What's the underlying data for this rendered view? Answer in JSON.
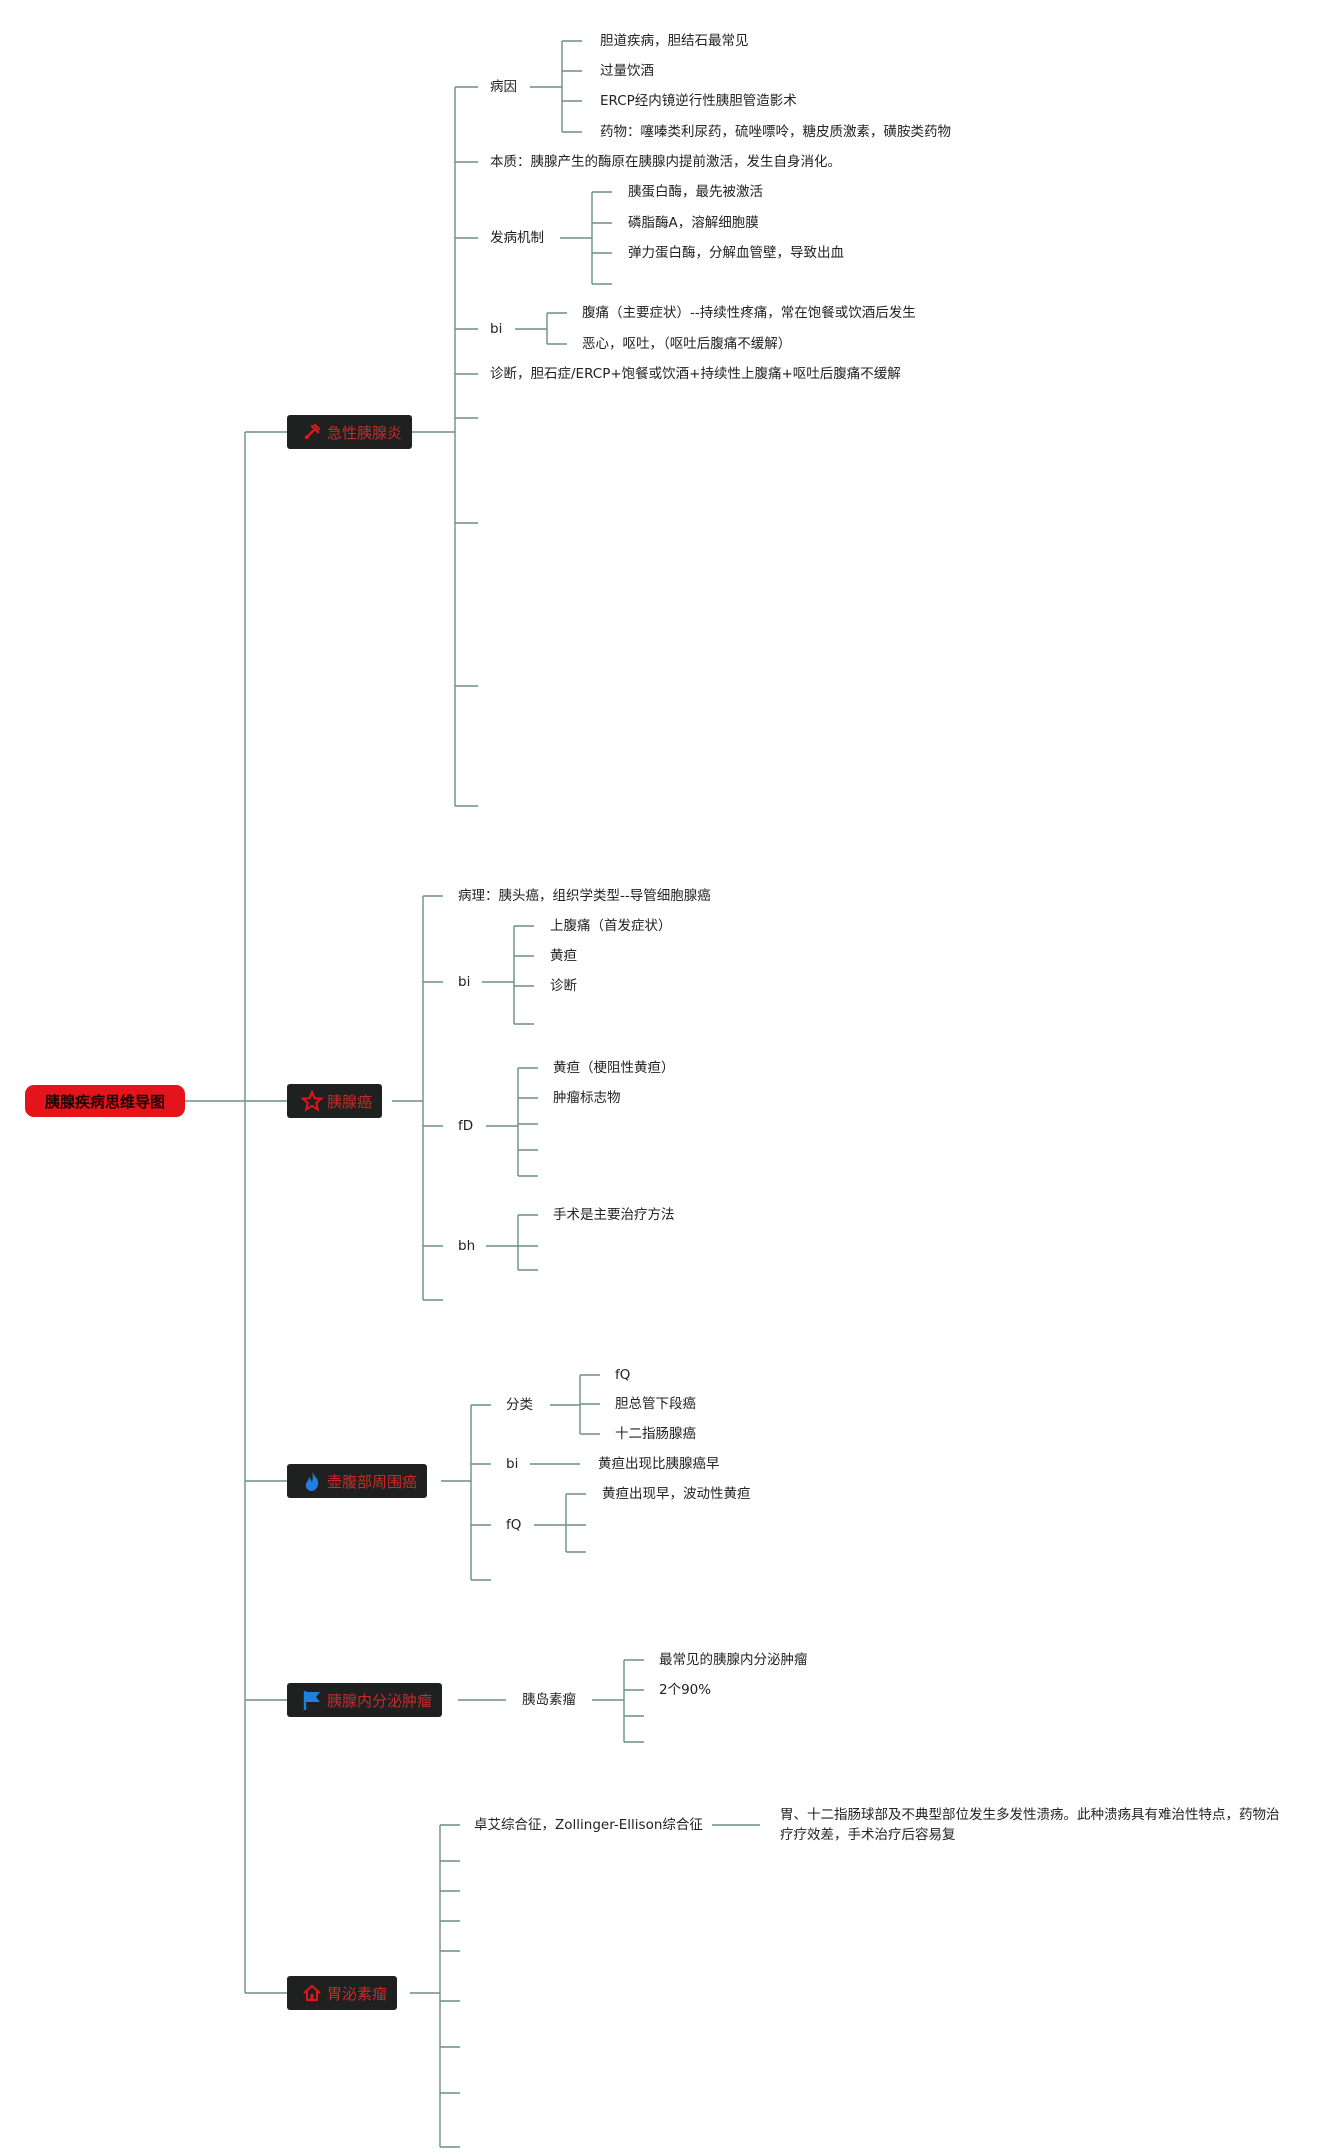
{
  "root": {
    "label": "胰腺疾病思维导图",
    "color": "#e3141b"
  },
  "branches": [
    {
      "label": "急性胰腺炎",
      "icon": "tools-icon",
      "accent": "#e3141b",
      "children": [
        {
          "label": "病因",
          "children": [
            {
              "label": "胆道疾病，胆结石最常见"
            },
            {
              "label": "过量饮酒"
            },
            {
              "label": "ERCP经内镜逆行性胰胆管造影术"
            },
            {
              "label": "药物：噻嗪类利尿药，硫唑嘌呤，糖皮质激素，磺胺类药物"
            }
          ]
        },
        {
          "label": "本质：胰腺产生的酶原在胰腺内提前激活，发生自身消化。"
        },
        {
          "label": "发病机制",
          "children": [
            {
              "label": "胰蛋白酶，最先被激活"
            },
            {
              "label": "磷脂酶A，溶解细胞膜"
            },
            {
              "label": "弹力蛋白酶，分解血管壁，导致出血"
            },
            {
              "label": ""
            }
          ]
        },
        {
          "label": "bi",
          "children": [
            {
              "label": "腹痛（主要症状）--持续性疼痛，常在饱餐或饮酒后发生"
            },
            {
              "label": "恶心，呕吐，（呕吐后腹痛不缓解）"
            }
          ]
        },
        {
          "label": "诊断，胆石症/ERCP+饱餐或饮酒+持续性上腹痛+呕吐后腹痛不缓解"
        },
        {
          "label": ""
        },
        {
          "label": ""
        },
        {
          "label": ""
        },
        {
          "label": ""
        }
      ]
    },
    {
      "label": "胰腺癌",
      "icon": "star-icon",
      "accent": "#e3141b",
      "children": [
        {
          "label": "病理：胰头癌，组织学类型--导管细胞腺癌"
        },
        {
          "label": "bi",
          "children": [
            {
              "label": "上腹痛（首发症状）"
            },
            {
              "label": "黄疸"
            },
            {
              "label": "诊断"
            },
            {
              "label": ""
            }
          ]
        },
        {
          "label": "fD",
          "children": [
            {
              "label": "黄疸（梗阻性黄疸）"
            },
            {
              "label": "肿瘤标志物"
            },
            {
              "label": ""
            },
            {
              "label": ""
            },
            {
              "label": ""
            }
          ]
        },
        {
          "label": "bh",
          "children": [
            {
              "label": "手术是主要治疗方法"
            },
            {
              "label": ""
            },
            {
              "label": ""
            }
          ]
        },
        {
          "label": ""
        }
      ]
    },
    {
      "label": "壶腹部周围癌",
      "icon": "flame-icon",
      "accent": "#1e7fe0",
      "children": [
        {
          "label": "分类",
          "children": [
            {
              "label": "fQ"
            },
            {
              "label": "胆总管下段癌"
            },
            {
              "label": "十二指肠腺癌"
            }
          ]
        },
        {
          "label": "bi",
          "children": [
            {
              "label": "黄疸出现比胰腺癌早"
            }
          ]
        },
        {
          "label": "fQ",
          "children": [
            {
              "label": "黄疸出现早，波动性黄疸"
            },
            {
              "label": ""
            },
            {
              "label": ""
            }
          ]
        },
        {
          "label": ""
        }
      ]
    },
    {
      "label": "胰腺内分泌肿瘤",
      "icon": "flag-icon",
      "accent": "#1e7fe0",
      "children": [
        {
          "label": "胰岛素瘤",
          "children": [
            {
              "label": "最常见的胰腺内分泌肿瘤"
            },
            {
              "label": "2个90%"
            },
            {
              "label": ""
            },
            {
              "label": ""
            }
          ]
        }
      ]
    },
    {
      "label": "胃泌素瘤",
      "icon": "home-icon",
      "accent": "#e3141b",
      "children": [
        {
          "label": "卓艾综合征，Zollinger-Ellison综合征",
          "children": [
            {
              "label": "胃、十二指肠球部及不典型部位发生多发性溃疡。此种溃疡具有难治性特点，药物治疗疗效差，手术治疗后容易复"
            }
          ]
        },
        {
          "label": ""
        },
        {
          "label": ""
        },
        {
          "label": ""
        },
        {
          "label": ""
        },
        {
          "label": ""
        },
        {
          "label": ""
        },
        {
          "label": ""
        },
        {
          "label": ""
        }
      ]
    }
  ],
  "colors": {
    "line": "#6b8f86",
    "node_bg": "#1f2121"
  }
}
